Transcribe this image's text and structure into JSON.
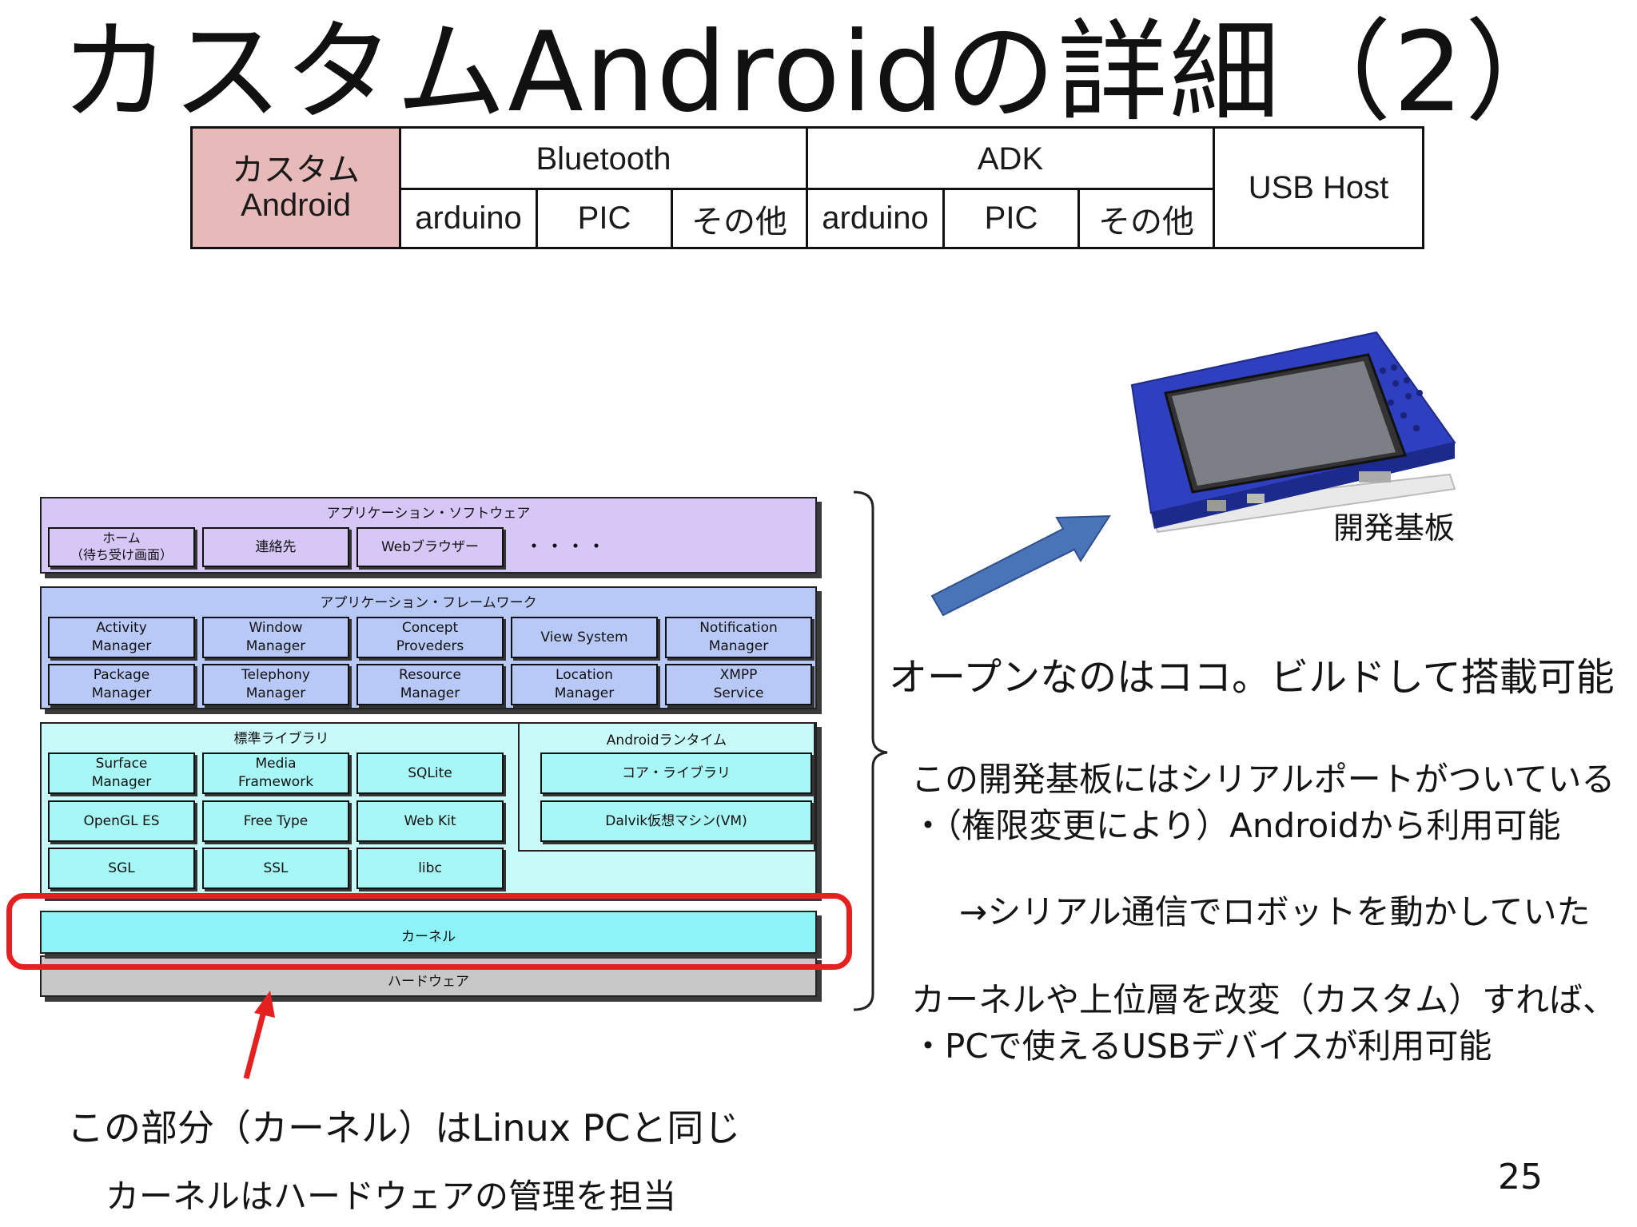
{
  "title": "カスタムAndroidの詳細（2）",
  "category_table": {
    "row_header": [
      "カスタム",
      "Android"
    ],
    "groups": [
      {
        "label": "Bluetooth",
        "items": [
          "arduino",
          "PIC",
          "その他"
        ]
      },
      {
        "label": "ADK",
        "items": [
          "arduino",
          "PIC",
          "その他"
        ]
      }
    ],
    "usb_host": "USB Host",
    "colors": {
      "row_header_bg": "#e7b9b9"
    }
  },
  "stack": {
    "apps": {
      "title": "アプリケーション・ソフトウェア",
      "items": [
        "ホーム\n（待ち受け画面）",
        "連絡先",
        "Webブラウザー"
      ],
      "ellipsis": "・・・・"
    },
    "framework": {
      "title": "アプリケーション・フレームワーク",
      "row1": [
        "Activity\nManager",
        "Window\nManager",
        "Concept\nProveders",
        "View System",
        "Notification\nManager"
      ],
      "row2": [
        "Package\nManager",
        "Telephony\nManager",
        "Resource\nManager",
        "Location\nManager",
        "XMPP\nService"
      ]
    },
    "libraries": {
      "title": "標準ライブラリ",
      "row1": [
        "Surface\nManager",
        "Media\nFramework",
        "SQLite"
      ],
      "row2": [
        "OpenGL ES",
        "Free Type",
        "Web Kit"
      ],
      "row3": [
        "SGL",
        "SSL",
        "libc"
      ]
    },
    "runtime": {
      "title": "Androidランタイム",
      "items": [
        "コア・ライブラリ",
        "Dalvik仮想マシン(VM)"
      ]
    },
    "kernel": "カーネル",
    "hardware": "ハードウェア",
    "colors": {
      "apps": "#d7c7f7",
      "framework": "#b9c9f7",
      "libraries": "#c9fafa",
      "kernel": "#8ef3f7",
      "hardware": "#c8c8c8",
      "highlight": "#e52020",
      "arrow": "#4a74b8"
    }
  },
  "device_label": "開発基板",
  "notes": {
    "open_line": "オープンなのはココ。ビルドして搭載可能",
    "serial_line1": "この開発基板にはシリアルポートがついている",
    "serial_line2": "・（権限変更により）Androidから利用可能",
    "robot_line": "→シリアル通信でロボットを動かしていた",
    "kernel_line1": "カーネルや上位層を改変（カスタム）すれば、",
    "kernel_line2": "・PCで使えるUSBデバイスが利用可能",
    "bottom_line1": "この部分（カーネル）はLinux PCと同じ",
    "bottom_line2": "カーネルはハードウェアの管理を担当"
  },
  "page_number": "25"
}
